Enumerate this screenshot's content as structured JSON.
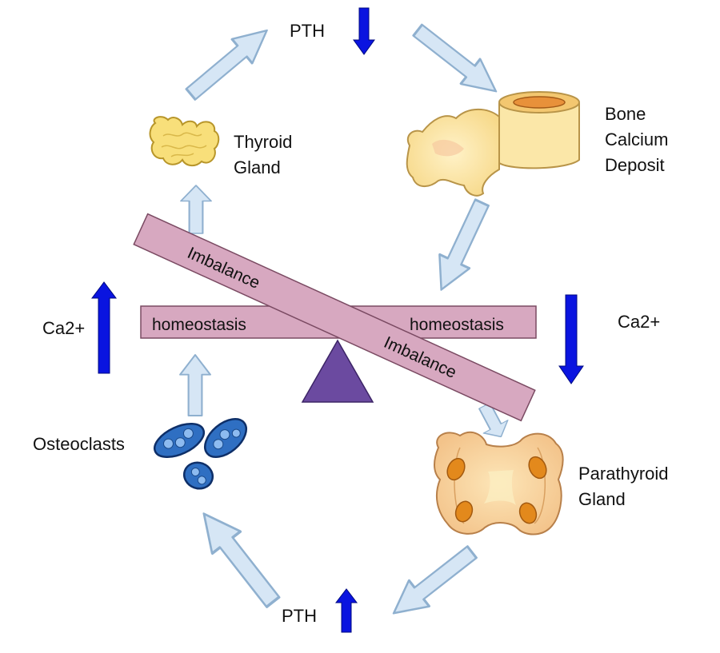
{
  "labels": {
    "pth_top": "PTH",
    "pth_bottom": "PTH",
    "thyroid_line1": "Thyroid",
    "thyroid_line2": "Gland",
    "bone_line1": "Bone",
    "bone_line2": "Calcium",
    "bone_line3": "Deposit",
    "ca_left": "Ca2+",
    "ca_right": "Ca2+",
    "osteoclasts": "Osteoclasts",
    "parathyroid_line1": "Parathyroid",
    "parathyroid_line2": "Gland"
  },
  "balance": {
    "level_left": "homeostasis",
    "level_right": "homeostasis",
    "tilt_upper": "Imbalance",
    "tilt_lower": "Imbalance"
  },
  "colors": {
    "cycle_arrow_fill": "#d6e6f5",
    "cycle_arrow_stroke": "#8fb0cf",
    "indicator_arrow": "#0a14e0",
    "beam": "#d7a8c0",
    "beam_stroke": "#7a4a62",
    "fulcrum": "#6b4aa0"
  },
  "indicators": {
    "pth_top": "down-arrow-icon",
    "pth_bottom": "up-arrow-icon",
    "ca_left": "up-arrow-icon",
    "ca_right": "down-arrow-icon"
  }
}
